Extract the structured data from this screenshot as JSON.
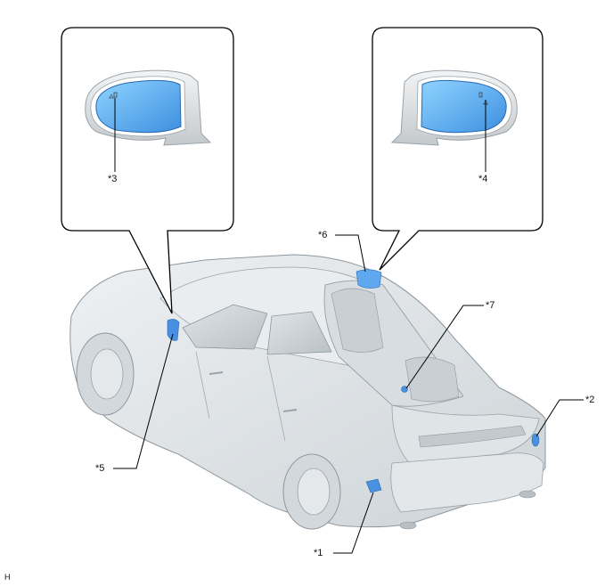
{
  "diagram": {
    "callouts": [
      {
        "id": "1",
        "text": "*1"
      },
      {
        "id": "2",
        "text": "*2"
      },
      {
        "id": "3",
        "text": "*3"
      },
      {
        "id": "4",
        "text": "*4"
      },
      {
        "id": "5",
        "text": "*5"
      },
      {
        "id": "6",
        "text": "*6"
      },
      {
        "id": "7",
        "text": "*7"
      }
    ],
    "figure_code": "H",
    "colors": {
      "highlight": "#5fa8f0",
      "body": "#e6eaed",
      "body_shade": "#cfd5d9",
      "outline": "#8e979e",
      "line": "#000000"
    }
  }
}
